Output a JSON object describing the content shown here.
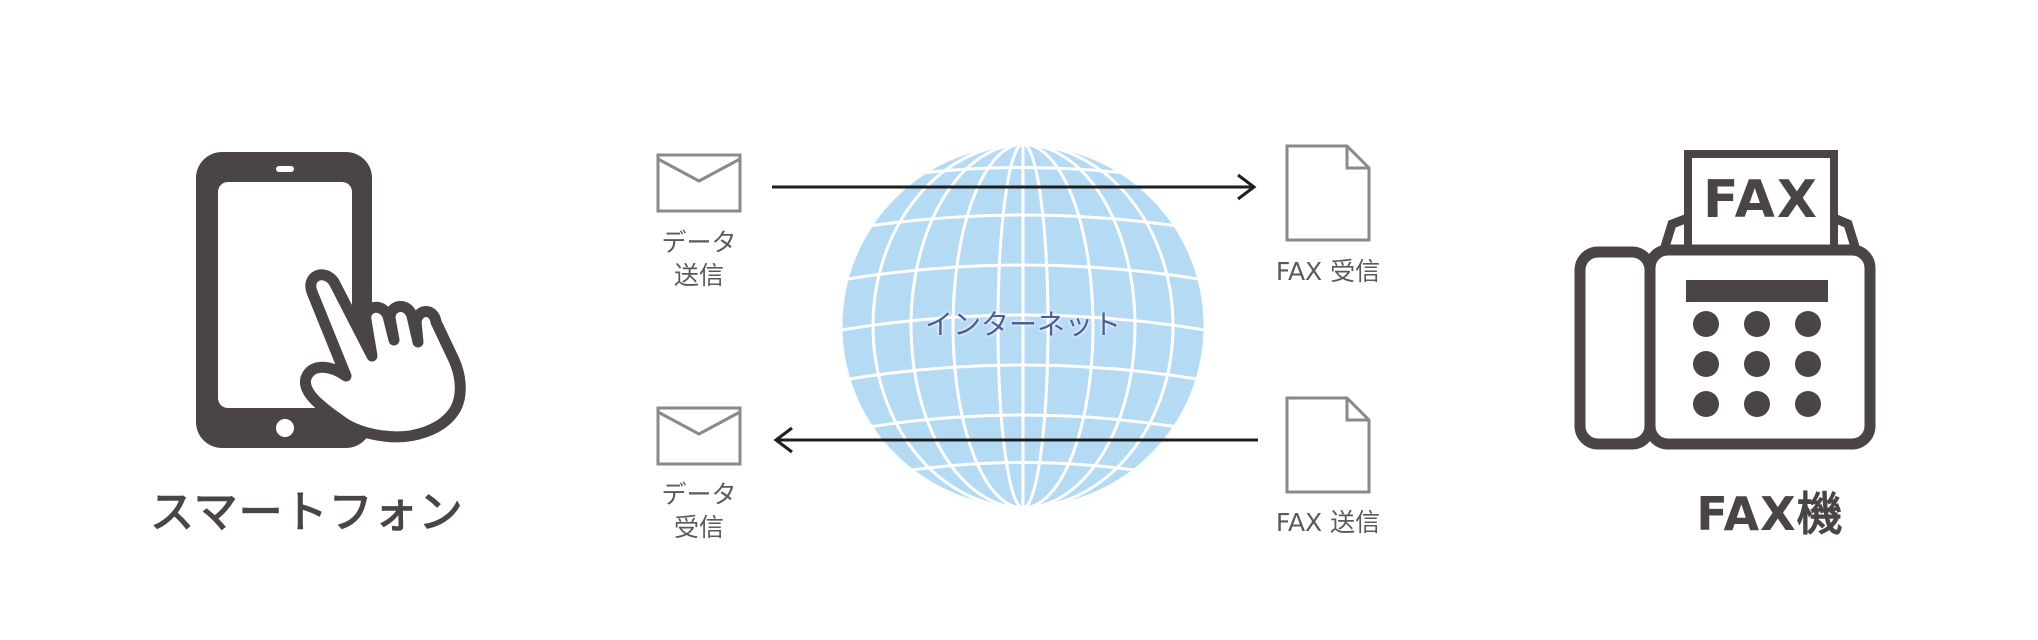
{
  "left": {
    "title": "スマートフォン"
  },
  "right": {
    "title": "FAX機",
    "paper_text": "FAX"
  },
  "center": {
    "label": "インターネット"
  },
  "flow_top": {
    "left_label": [
      "データ",
      "送信"
    ],
    "right_label": "FAX 受信"
  },
  "flow_bottom": {
    "left_label": [
      "データ",
      "受信"
    ],
    "right_label": "FAX 送信"
  },
  "colors": {
    "icon_dark": "#4a4544",
    "globe_fill": "#b5daf3",
    "doc_gray": "#8a8a8a",
    "arrow": "#1e1e1e",
    "globe_text": "#4a5e9a"
  }
}
